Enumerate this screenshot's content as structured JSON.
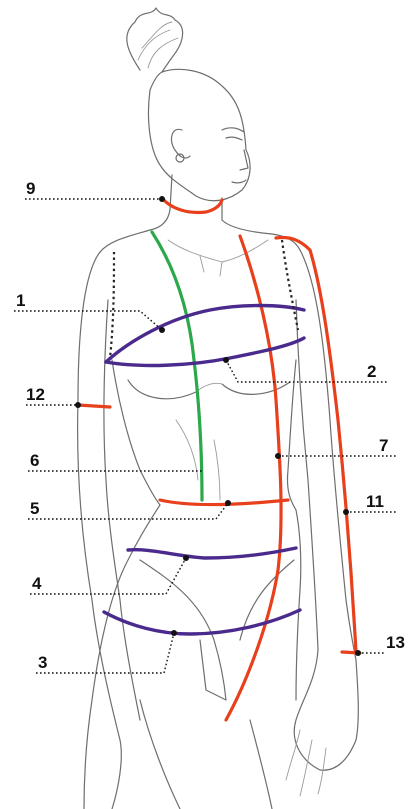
{
  "labels": [
    "1",
    "2",
    "3",
    "4",
    "5",
    "6",
    "7",
    "9",
    "11",
    "12",
    "13"
  ],
  "colors": {
    "red_line": "#e8401c",
    "purple_line": "#4a2a8c",
    "green_line": "#2aa84a",
    "sketch": "#6e6e6e",
    "leader": "#111111"
  }
}
